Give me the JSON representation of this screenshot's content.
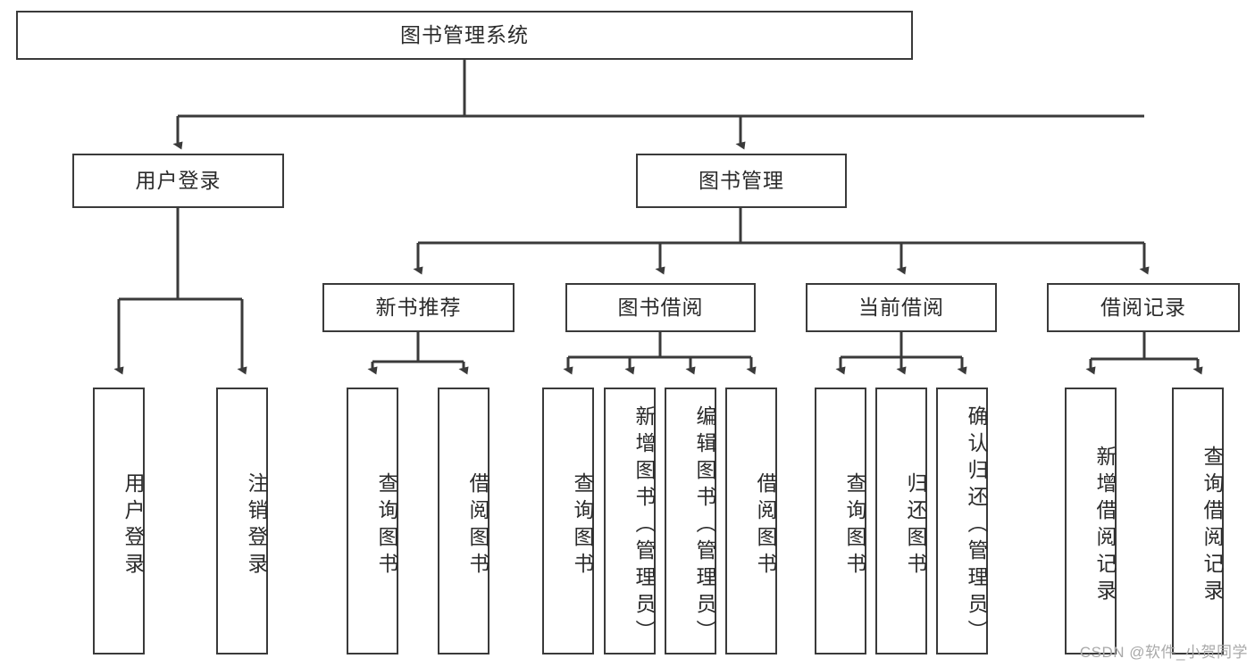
{
  "diagram": {
    "title": "图书管理系统",
    "type": "hierarchy-tree",
    "watermark": "CSDN @软件_小贺同学",
    "colors": {
      "stroke": "#3a3a3a",
      "text": "#2b2b2b",
      "background": "#ffffff",
      "watermark": "#a9a9a9"
    },
    "root": {
      "label": "图书管理系统"
    },
    "level2": [
      {
        "label": "用户登录"
      },
      {
        "label": "图书管理"
      }
    ],
    "level3": [
      {
        "label": "新书推荐"
      },
      {
        "label": "图书借阅"
      },
      {
        "label": "当前借阅"
      },
      {
        "label": "借阅记录"
      }
    ],
    "leaves": {
      "user_login": [
        {
          "label": "用户登录"
        },
        {
          "label": "注销登录"
        }
      ],
      "new_book": [
        {
          "label": "查询图书"
        },
        {
          "label": "借阅图书"
        }
      ],
      "book_borrow": [
        {
          "label": "查询图书"
        },
        {
          "label": "新增图书（管理员）"
        },
        {
          "label": "编辑图书（管理员）"
        },
        {
          "label": "借阅图书"
        }
      ],
      "current_borrow": [
        {
          "label": "查询图书"
        },
        {
          "label": "归还图书"
        },
        {
          "label": "确认归还（管理员）"
        }
      ],
      "borrow_record": [
        {
          "label": "新增借阅记录"
        },
        {
          "label": "查询借阅记录"
        }
      ]
    }
  }
}
